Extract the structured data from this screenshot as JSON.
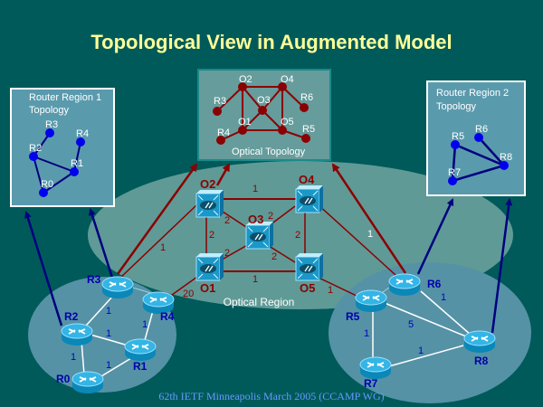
{
  "title": "Topological View in Augmented Model",
  "footer": "62th IETF Minneapolis March 2005 (CCAMP WG)",
  "colors": {
    "background": "#005a5a",
    "title": "#ffff99",
    "optical_link": "#8b0000",
    "router_link": "#ffffff",
    "projection_arrow_blue": "#000080",
    "projection_arrow_red": "#8b0000",
    "inset_panel": "#5a9aad",
    "optical_region": "#5f9a96",
    "router_region": "#5592a6"
  },
  "optical_region": {
    "label": "Optical Region",
    "nodes": [
      "O1",
      "O2",
      "O3",
      "O4",
      "O5"
    ],
    "links": [
      {
        "a": "O2",
        "b": "O4",
        "weight": "1"
      },
      {
        "a": "O1",
        "b": "O5",
        "weight": "1"
      },
      {
        "a": "O2",
        "b": "O1",
        "weight": "2"
      },
      {
        "a": "O4",
        "b": "O5",
        "weight": "2"
      },
      {
        "a": "O2",
        "b": "O3",
        "weight": "2"
      },
      {
        "a": "O4",
        "b": "O3",
        "weight": "2"
      },
      {
        "a": "O1",
        "b": "O3",
        "weight": "2"
      },
      {
        "a": "O5",
        "b": "O3",
        "weight": "2"
      }
    ]
  },
  "inter_region_links": [
    {
      "a": "R3",
      "b": "O2",
      "weight": "1"
    },
    {
      "a": "R4",
      "b": "O1",
      "weight": "20"
    },
    {
      "a": "R6",
      "b": "O4",
      "weight": "1"
    },
    {
      "a": "R5",
      "b": "O5",
      "weight": "1"
    }
  ],
  "router_region_1": {
    "routers": [
      "R0",
      "R1",
      "R2",
      "R3",
      "R4"
    ],
    "links": [
      {
        "a": "R3",
        "b": "R2",
        "weight": "1"
      },
      {
        "a": "R2",
        "b": "R1",
        "weight": "1"
      },
      {
        "a": "R4",
        "b": "R1",
        "weight": "1"
      },
      {
        "a": "R2",
        "b": "R0",
        "weight": "1"
      },
      {
        "a": "R0",
        "b": "R1",
        "weight": "1"
      }
    ]
  },
  "router_region_2": {
    "routers": [
      "R5",
      "R6",
      "R7",
      "R8"
    ],
    "links": [
      {
        "a": "R6",
        "b": "R8",
        "weight": "1"
      },
      {
        "a": "R5",
        "b": "R8",
        "weight": "5"
      },
      {
        "a": "R5",
        "b": "R7",
        "weight": "1"
      },
      {
        "a": "R7",
        "b": "R8",
        "weight": "1"
      }
    ]
  },
  "insets": {
    "optical": {
      "caption": "Optical Topology",
      "nodes": [
        "O2",
        "O4",
        "R3",
        "O3",
        "R6",
        "O1",
        "O5",
        "R4",
        "R5"
      ]
    },
    "region1": {
      "title_line1": "Router Region 1",
      "title_line2": "Topology",
      "nodes": [
        "R3",
        "R4",
        "R2",
        "R1",
        "R0"
      ]
    },
    "region2": {
      "title_line1": "Router Region 2",
      "title_line2": "Topology",
      "nodes": [
        "R6",
        "R5",
        "R8",
        "R7"
      ]
    }
  }
}
